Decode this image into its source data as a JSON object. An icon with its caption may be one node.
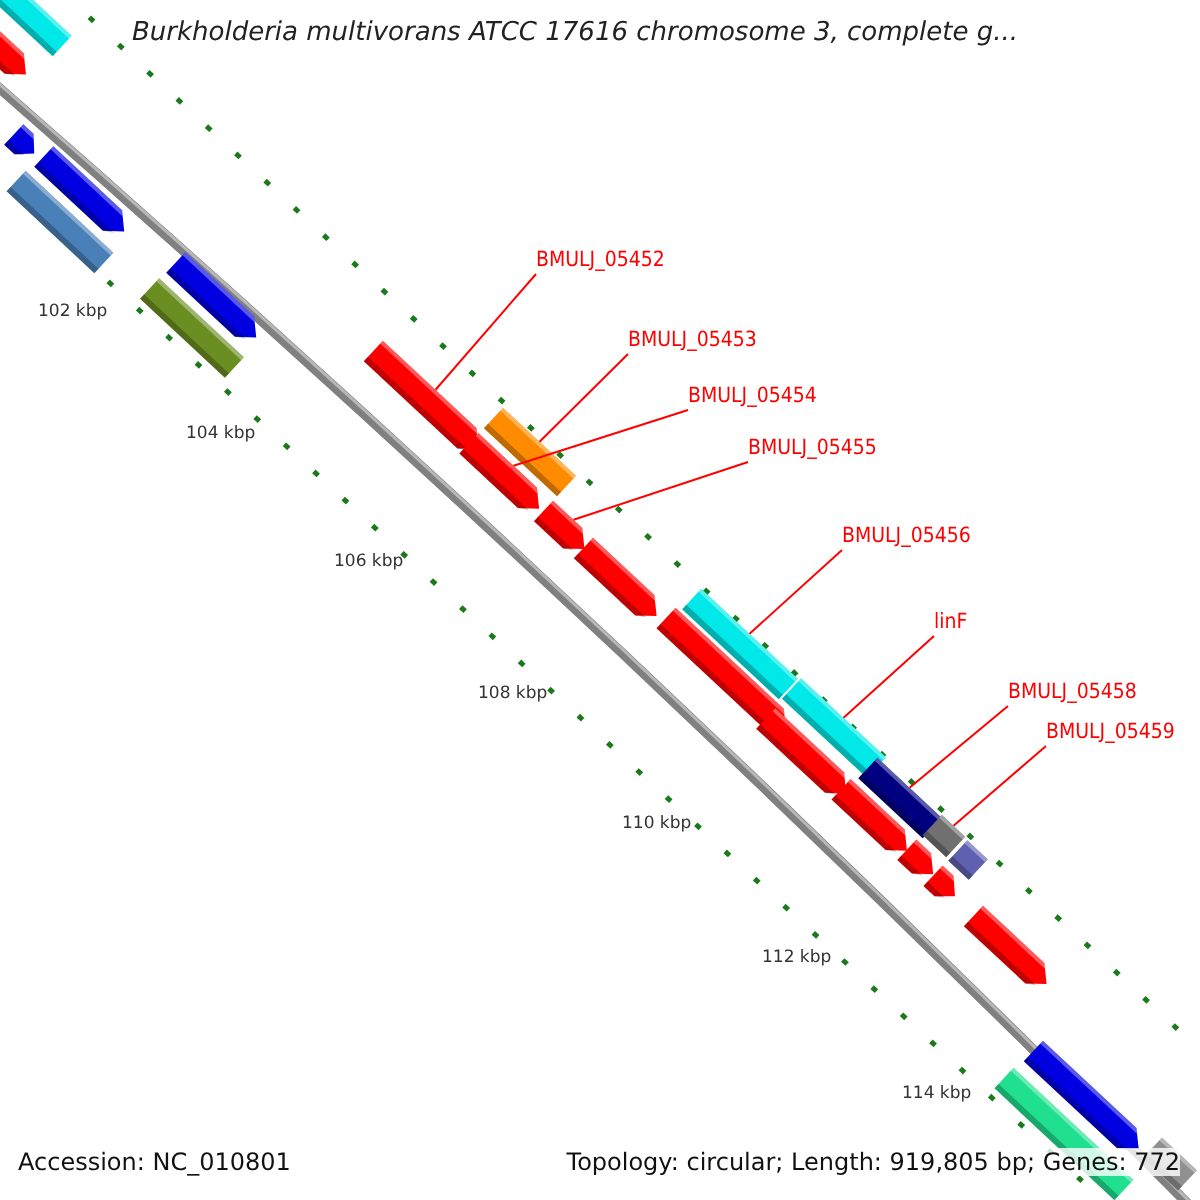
{
  "diagram": {
    "title": "Burkholderia multivorans ATCC 17616 chromosome 3, complete g...",
    "nodes": [
      {
        "text": [
          "BMULJ_05452"
        ]
      },
      {
        "text": [
          "BMULJ_05453"
        ]
      },
      {
        "text": [
          "BMULJ_05454"
        ]
      },
      {
        "text": [
          "BMULJ_05455"
        ]
      },
      {
        "text": [
          "BMULJ_05456"
        ]
      },
      {
        "text": [
          "linF"
        ]
      },
      {
        "text": [
          "BMULJ_05458"
        ]
      },
      {
        "text": [
          "BMULJ_05459"
        ]
      },
      {
        "text": [],
        "shape": "bar"
      },
      {
        "text": [],
        "shape": "bar"
      },
      {
        "text": [],
        "shape": "bar"
      },
      {
        "text": [],
        "shape": "bar"
      },
      {
        "text": [],
        "shape": "bar"
      },
      {
        "text": [],
        "shape": "bar"
      },
      {
        "text": [],
        "shape": "bar"
      },
      {
        "text": [],
        "shape": "bar"
      },
      {
        "text": [],
        "shape": "bar"
      },
      {
        "text": [],
        "shape": "bar"
      },
      {
        "text": [],
        "shape": "bar"
      },
      {
        "text": [],
        "shape": "bar"
      },
      {
        "text": [],
        "shape": "bar"
      },
      {
        "text": [],
        "shape": "bar"
      },
      {
        "text": [],
        "shape": "bar"
      },
      {
        "text": [],
        "shape": "bar"
      },
      {
        "text": [],
        "shape": "bar"
      },
      {
        "text": [],
        "shape": "bar"
      },
      {
        "text": [],
        "shape": "bar"
      },
      {
        "text": [],
        "shape": "bar"
      },
      {
        "text": [],
        "shape": "bar"
      },
      {
        "text": [],
        "shape": "bar"
      },
      {
        "text": [],
        "shape": "bar"
      },
      {
        "text": [],
        "shape": "bar"
      },
      {
        "text": [],
        "shape": "bar"
      },
      {
        "text": [],
        "shape": "bar"
      }
    ],
    "edges": [
      {
        "from": 0,
        "to": 15,
        "arrow": "none"
      },
      {
        "from": 1,
        "to": 17,
        "arrow": "none"
      },
      {
        "from": 2,
        "to": 16,
        "arrow": "none"
      },
      {
        "from": 3,
        "to": 18,
        "arrow": "none"
      },
      {
        "from": 4,
        "to": 20,
        "arrow": "none"
      },
      {
        "from": 5,
        "to": 22,
        "arrow": "none"
      },
      {
        "from": 6,
        "to": 24,
        "arrow": "none"
      },
      {
        "from": 7,
        "to": 26,
        "arrow": "none"
      }
    ],
    "labels": [
      "102 kbp",
      "104 kbp",
      "106 kbp",
      "108 kbp",
      "110 kbp",
      "112 kbp",
      "114 kbp",
      "Accession: NC_010801",
      "Topology: circular; Length: 919,805 bp; Genes: 772"
    ]
  }
}
